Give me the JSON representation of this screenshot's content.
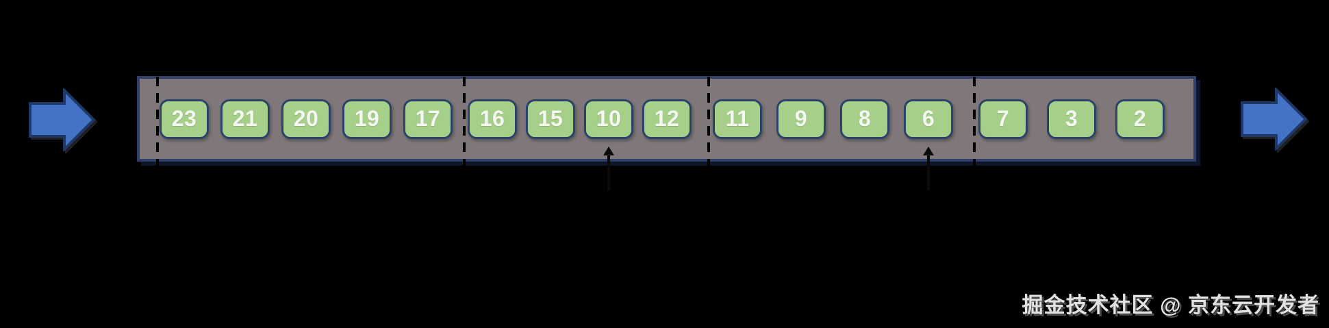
{
  "page": {
    "background": "#000000"
  },
  "diagram": {
    "type": "segmented-sequence-band",
    "band": {
      "fill": "#7f7779",
      "border": "#31406b"
    },
    "item": {
      "fill": "#a6cf8a",
      "border": "#2b4368",
      "text_color": "#f4f7f0"
    },
    "divider_color": "#000000",
    "pointer_color": "#0b0b0b",
    "flow_arrow": {
      "fill": "#4472c4",
      "border": "#1f3864"
    },
    "icons": {
      "left": "arrow-right-icon",
      "right": "arrow-right-icon",
      "pointer": "arrow-up-icon"
    },
    "groups": [
      {
        "items": [
          "23",
          "21",
          "20",
          "19",
          "17"
        ]
      },
      {
        "items": [
          "16",
          "15",
          "10",
          "12"
        ]
      },
      {
        "items": [
          "11",
          "9",
          "8",
          "6"
        ]
      },
      {
        "items": [
          "7",
          "3",
          "2"
        ]
      }
    ],
    "pointers": [
      {
        "target": "10",
        "direction": "up"
      },
      {
        "target": "6",
        "direction": "up"
      }
    ]
  },
  "watermark": {
    "text": "掘金技术社区 @ 京东云开发者"
  }
}
